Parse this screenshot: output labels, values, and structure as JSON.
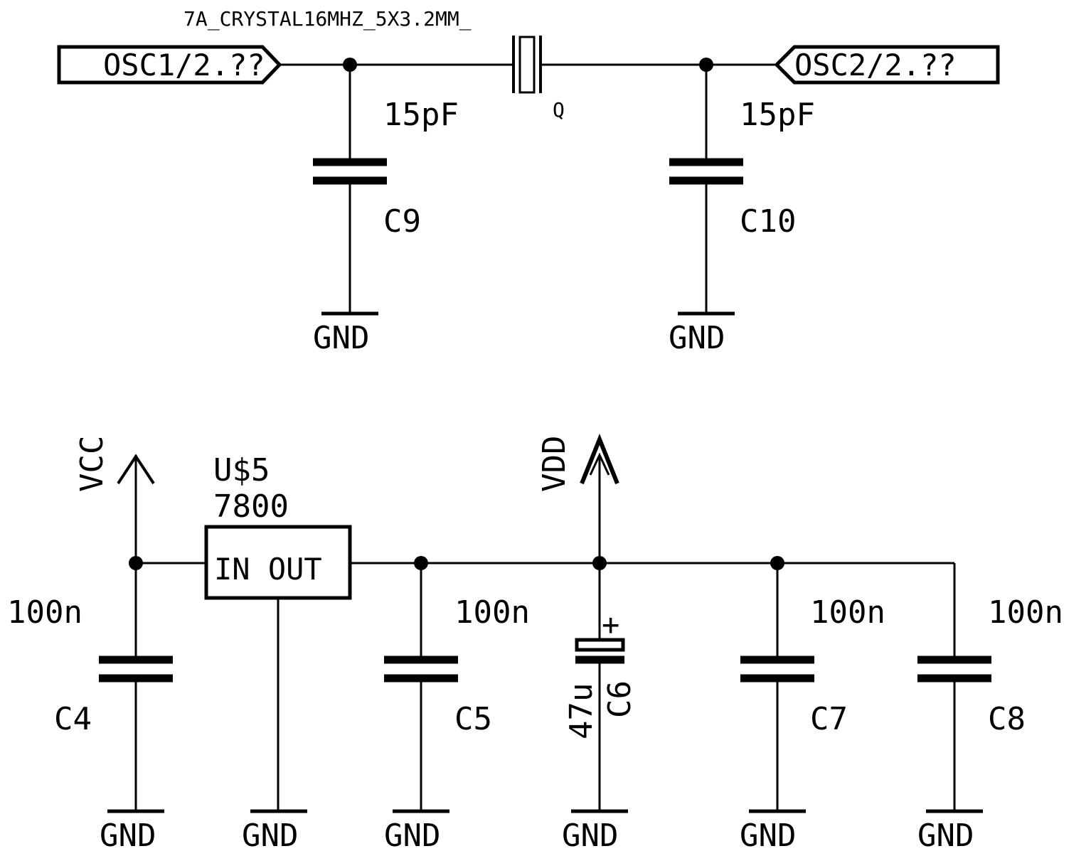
{
  "colors": {
    "ink": "#000000",
    "background": "#ffffff"
  },
  "oscillator": {
    "crystal_value": "7A_CRYSTAL16MHZ_5X3.2MM_",
    "crystal_name": "Q",
    "port_left": "OSC1/2.??",
    "port_right": "OSC2/2.??",
    "c9": {
      "name": "C9",
      "value": "15pF",
      "ground": "GND"
    },
    "c10": {
      "name": "C10",
      "value": "15pF",
      "ground": "GND"
    }
  },
  "power": {
    "vcc_label": "VCC",
    "vdd_label": "VDD",
    "regulator": {
      "name": "U$5",
      "part": "7800",
      "pins": "IN OUT",
      "ground": "GND"
    },
    "c4": {
      "name": "C4",
      "value": "100n",
      "ground": "GND"
    },
    "c5": {
      "name": "C5",
      "value": "100n",
      "ground": "GND"
    },
    "c6": {
      "name": "C6",
      "value": "47u",
      "polarity": "+",
      "ground": "GND"
    },
    "c7": {
      "name": "C7",
      "value": "100n",
      "ground": "GND"
    },
    "c8": {
      "name": "C8",
      "value": "100n",
      "ground": "GND"
    }
  }
}
